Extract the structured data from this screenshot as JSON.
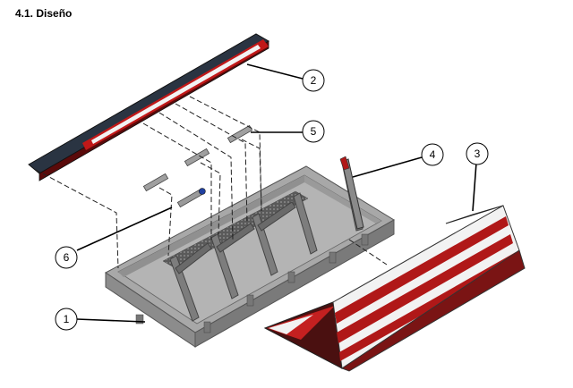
{
  "heading": "4.1. Diseño",
  "callouts": {
    "c1": "1",
    "c2": "2",
    "c3": "3",
    "c4": "4",
    "c5": "5",
    "c6": "6"
  },
  "colors": {
    "frame": "#9a9a9a",
    "frame_dark": "#6e6e6e",
    "red": "#b01818",
    "white": "#f2f2f2",
    "lid_dark": "#2a3442"
  }
}
